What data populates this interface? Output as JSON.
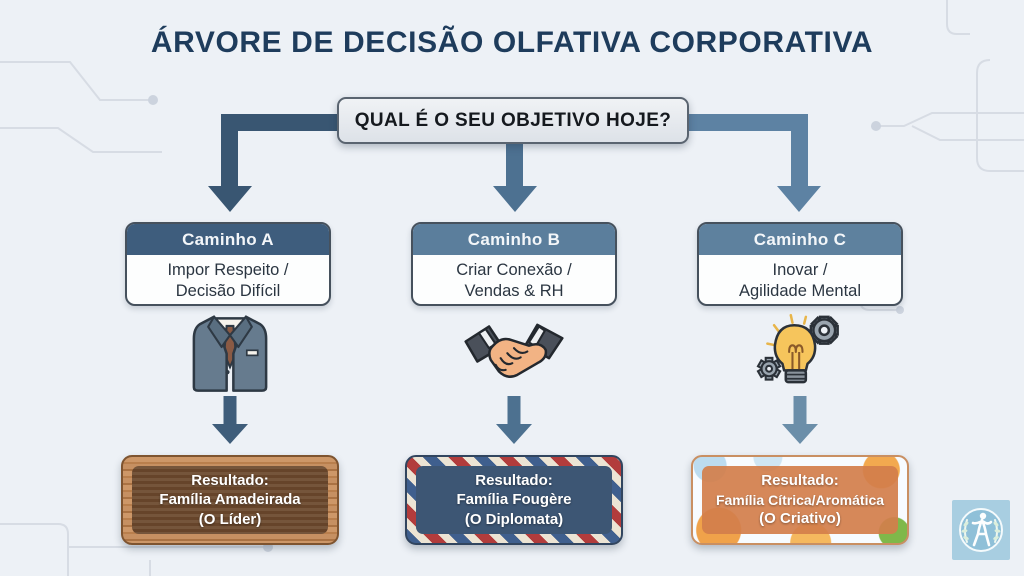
{
  "title": "ÁRVORE DE DECISÃO OLFATIVA CORPORATIVA",
  "question_box": {
    "text": "QUAL É O SEU OBJETIVO HOJE?"
  },
  "paths": [
    {
      "header": "Caminho A",
      "desc_line1": "Impor Respeito /",
      "desc_line2": "Decisão Difícil",
      "icon": "business-suit-icon",
      "result": {
        "heading": "Resultado:",
        "family": "Família Amadeirada",
        "persona": "(O Líder)",
        "style": "wood-texture"
      }
    },
    {
      "header": "Caminho B",
      "desc_line1": "Criar Conexão /",
      "desc_line2": "Vendas & RH",
      "icon": "handshake-icon",
      "result": {
        "heading": "Resultado:",
        "family": "Família Fougère",
        "persona": "(O Diplomata)",
        "style": "airmail-stripes"
      }
    },
    {
      "header": "Caminho C",
      "desc_line1": "Inovar /",
      "desc_line2": "Agilidade Mental",
      "icon": "lightbulb-gears-icon",
      "result": {
        "heading": "Resultado:",
        "family": "Família Cítrica/Aromática",
        "persona": "(O Criativo)",
        "style": "citrus-splash"
      }
    }
  ],
  "logo": {
    "name": "wellness-figure-emblem"
  },
  "colors": {
    "background": "#edf1f6",
    "title_text": "#1e3c5c",
    "arrow_left": "#395672",
    "arrow_middle": "#4d7191",
    "arrow_right": "#5d82a3",
    "header_a": "#3e5d7d",
    "header_b": "#5b7e9c",
    "header_c": "#5e819e",
    "wood_panel": "#6b482c",
    "airmail_navy": "#3d5674",
    "citrus_orange": "#d37e4b",
    "logo_blue": "#a8cee1"
  }
}
